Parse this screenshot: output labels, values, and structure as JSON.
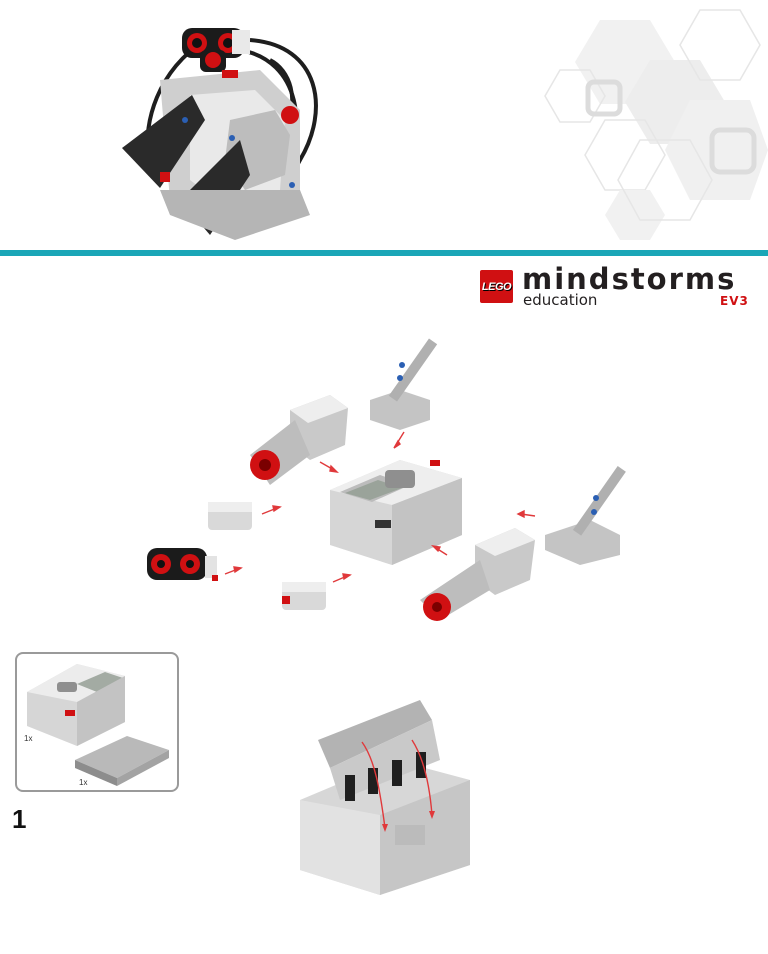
{
  "brand": {
    "lego_badge": "LEGO",
    "product_name": "mindstorms",
    "product_sub": "education",
    "product_version": "EV3"
  },
  "step": {
    "number": "1"
  },
  "inset": {
    "label_a": "1x",
    "label_b": "1x"
  },
  "colors": {
    "accent_rule": "#1aa6b7",
    "lego_red": "#d01012",
    "arrow_red": "#e0393b"
  }
}
